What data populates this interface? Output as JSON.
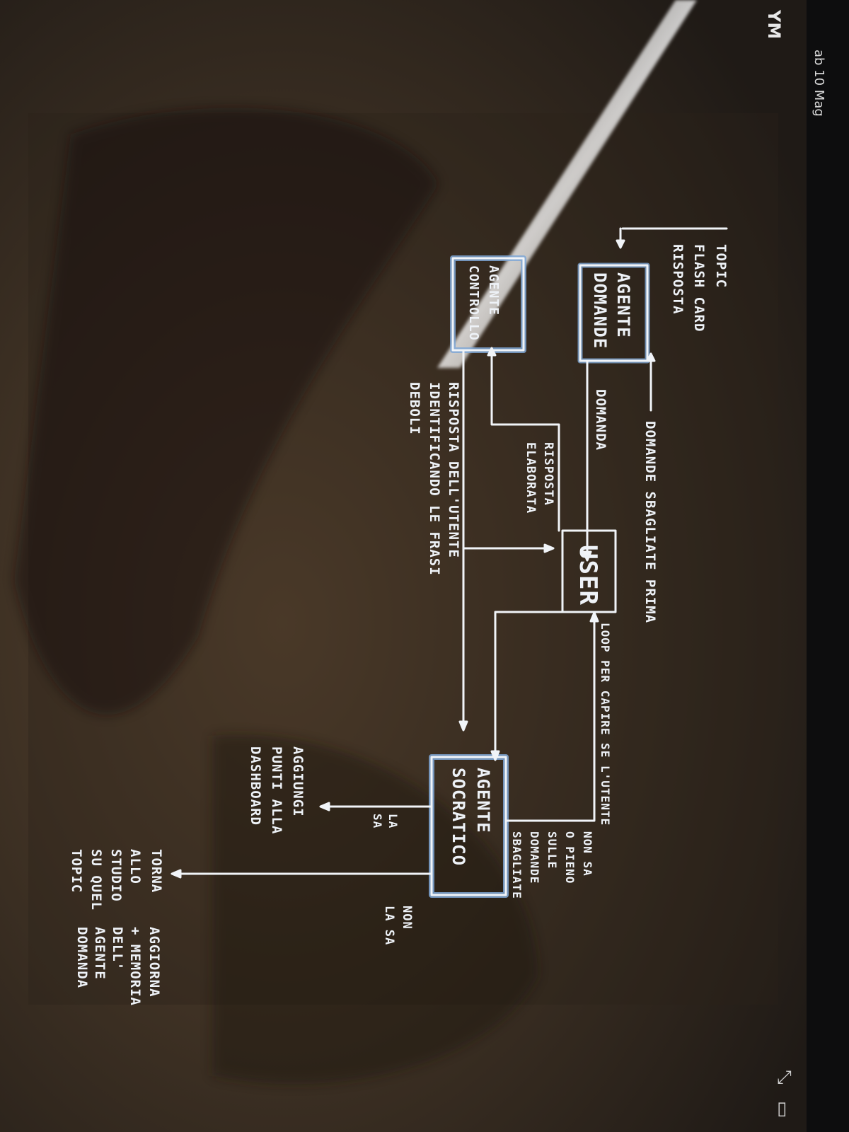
{
  "status_bar": {
    "date": "ab 10 Mag",
    "app_initials": "YM"
  },
  "controls": {
    "expand_icon": "expand-icon",
    "menu_icon": "menu-icon"
  },
  "colors": {
    "screen_background": "#2b2520",
    "ink": "#f1f4f8",
    "box_highlight": "#7fa7d6"
  },
  "diagram": {
    "topic_header": [
      "TOPIC",
      "FLASH CARD",
      "RISPOSTA"
    ],
    "nodes": {
      "agente_domande": [
        "AGENTE",
        "DOMANDE"
      ],
      "agente_controllo": [
        "AGENTE",
        "CONTROLLO"
      ],
      "user": [
        "USER"
      ],
      "agente_socratico": [
        "AGENTE",
        "SOCRATICO"
      ]
    },
    "edges": {
      "domande_sbagliate": [
        "DOMANDE SBAGLIATE PRIMA"
      ],
      "domanda": [
        "DOMANDA"
      ],
      "risposta_elaborata": [
        "RISPOSTA",
        "ELABORATA"
      ],
      "risposta_utente": [
        "RISPOSTA DELL'UTENTE",
        "IDENTIFICANDO LE FRASI",
        "DEBOLI"
      ],
      "loop_capire": [
        "LOOP PER CAPIRE SE L'UTENTE",
        "NON SA",
        "O PIENO",
        "SULLE",
        "DOMANDE",
        "SBAGLIATE"
      ],
      "la_sa": [
        "LA",
        "SA"
      ],
      "aggiungi_punti": [
        "AGGIUNGI",
        "PUNTI ALLA",
        "DASHBOARD"
      ],
      "non_la_sa": [
        "NON",
        "LA SA"
      ],
      "aggiorna": [
        "AGGIORNA",
        "+ MEMORIA",
        "DELL'",
        "AGENTE",
        "DOMANDA"
      ],
      "torna_allo_studio": [
        "TORNA",
        "ALLO",
        "STUDIO",
        "SU QUEL",
        "TOPIC"
      ]
    }
  }
}
